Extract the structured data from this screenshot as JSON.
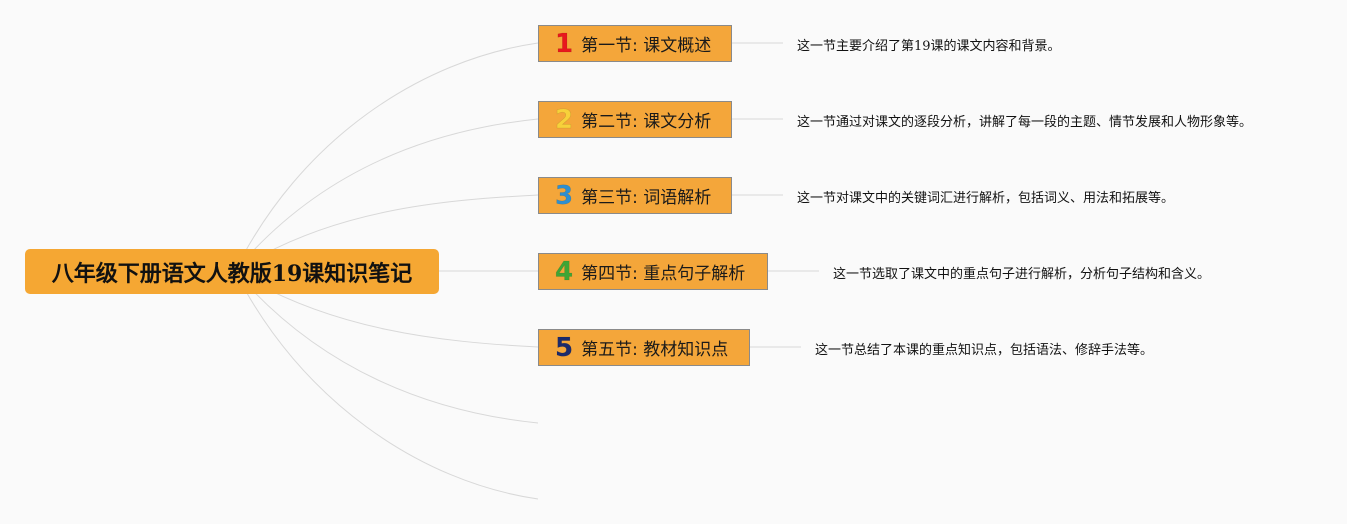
{
  "root": {
    "title": "八年级下册语文人教版19课知识笔记"
  },
  "branches": [
    {
      "number": "1",
      "label": "第一节: 课文概述",
      "number_color": "#e8181d",
      "description": "这一节主要介绍了第19课的课文内容和背景。"
    },
    {
      "number": "2",
      "label": "第二节: 课文分析",
      "number_color": "#f7d13a",
      "description": "这一节通过对课文的逐段分析，讲解了每一段的主题、情节发展和人物形象等。"
    },
    {
      "number": "3",
      "label": "第三节: 词语解析",
      "number_color": "#2f8fd0",
      "description": "这一节对课文中的关键词汇进行解析，包括词义、用法和拓展等。"
    },
    {
      "number": "4",
      "label": "第四节: 重点句子解析",
      "number_color": "#3fa535",
      "description": "这一节选取了课文中的重点句子进行解析，分析句子结构和含义。"
    },
    {
      "number": "5",
      "label": "第五节: 教材知识点",
      "number_color": "#1c2a6b",
      "description": "这一节总结了本课的重点知识点，包括语法、修辞手法等。"
    }
  ],
  "colors": {
    "node_fill": "#f5a733",
    "connector": "#d8d8d8",
    "background": "#fafafa"
  }
}
